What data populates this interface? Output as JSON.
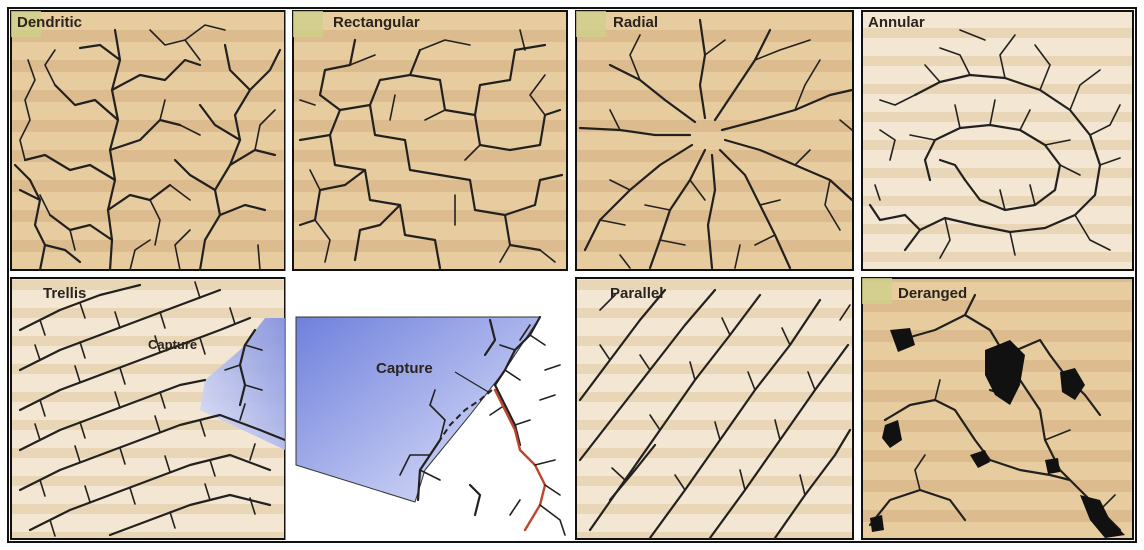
{
  "panels": [
    {
      "id": "dendritic",
      "label": "Dendritic"
    },
    {
      "id": "rectangular",
      "label": "Rectangular"
    },
    {
      "id": "radial",
      "label": "Radial"
    },
    {
      "id": "annular",
      "label": "Annular"
    },
    {
      "id": "trellis",
      "label": "Trellis",
      "callout": "Capture"
    },
    {
      "id": "capture-detail",
      "callout": "Capture"
    },
    {
      "id": "parallel",
      "label": "Parallel"
    },
    {
      "id": "deranged",
      "label": "Deranged"
    }
  ],
  "colors": {
    "sand": "#e8cfa4",
    "sand_stripe": "#d9b98e",
    "pale": "#f1e3cd",
    "river": "#23211f",
    "capture_blue": "#7f8fe0",
    "capture_river": "#c0452a",
    "lake": "#111111",
    "corner_tint": "#cfcf8a"
  }
}
